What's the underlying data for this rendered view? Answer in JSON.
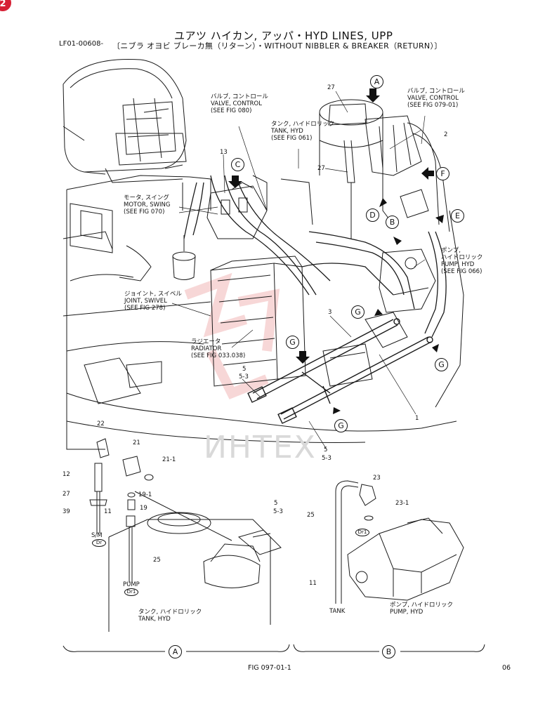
{
  "corner_badge": "2",
  "header": {
    "doc_id": "LF01-00608-",
    "title_line1": "ユアツ ハイカン, アッパ・HYD LINES, UPP",
    "title_line2": "〔ニブラ オヨビ ブレーカ無（リターン）・WITHOUT NIBBLER & BREAKER（RETURN）〕"
  },
  "labels": {
    "valve_control_left": [
      "バルブ, コントロール",
      "VALVE, CONTROL",
      "(SEE FIG 080)"
    ],
    "valve_control_right": [
      "バルブ, コントロール",
      "VALVE, CONTROL",
      "(SEE FIG 079-01)"
    ],
    "tank_hyd_top": [
      "タンク, ハイドロリック",
      "TANK, HYD",
      "(SEE FIG 061)"
    ],
    "motor_swing": [
      "モータ, スイング",
      "MOTOR, SWING",
      "(SEE FIG 070)"
    ],
    "pump_hyd_right": [
      "ポンプ,",
      "ハイドロリック",
      "PUMP, HYD",
      "(SEE FIG 066)"
    ],
    "joint_swivel": [
      "ジョイント, スイベル",
      "JOINT, SWIVEL",
      "(SEE FIG 278)"
    ],
    "radiator": [
      "ラジエータ",
      "RADIATOR",
      "(SEE FIG 033.038)"
    ],
    "tank_hyd_bottom": [
      "タンク, ハイドロリック",
      "TANK, HYD"
    ],
    "pump_hyd_bottom": [
      "ポンプ, ハイドロリック",
      "PUMP, HYD"
    ],
    "sm": "S/M",
    "pump": "PUMP",
    "tank": "TANK",
    "dr": "Dr",
    "dr1": "Dr1"
  },
  "callouts": {
    "c27a": "27",
    "c27b": "27",
    "c13": "13",
    "c2": "2",
    "c3": "3",
    "c1": "1",
    "c5a": "5",
    "c53a": "5-3",
    "c5b": "5",
    "c53b": "5-3",
    "c22": "22",
    "c21": "21",
    "c211": "21-1",
    "c12": "12",
    "c191": "19-1",
    "c27c": "27",
    "c19": "19",
    "c39": "39",
    "c11a": "11",
    "c25a": "25",
    "c5c": "5",
    "c53c": "5-3",
    "c23": "23",
    "c231": "23-1",
    "c25b": "25",
    "c11b": "11"
  },
  "view_markers": {
    "A": "A",
    "B": "B",
    "C": "C",
    "D": "D",
    "E": "E",
    "F": "F",
    "G": "G"
  },
  "footer": {
    "section_a": "A",
    "section_b": "B",
    "figure_id": "FIG 097-01-1",
    "page_no": "06"
  },
  "watermark": "ИНТЕХ"
}
